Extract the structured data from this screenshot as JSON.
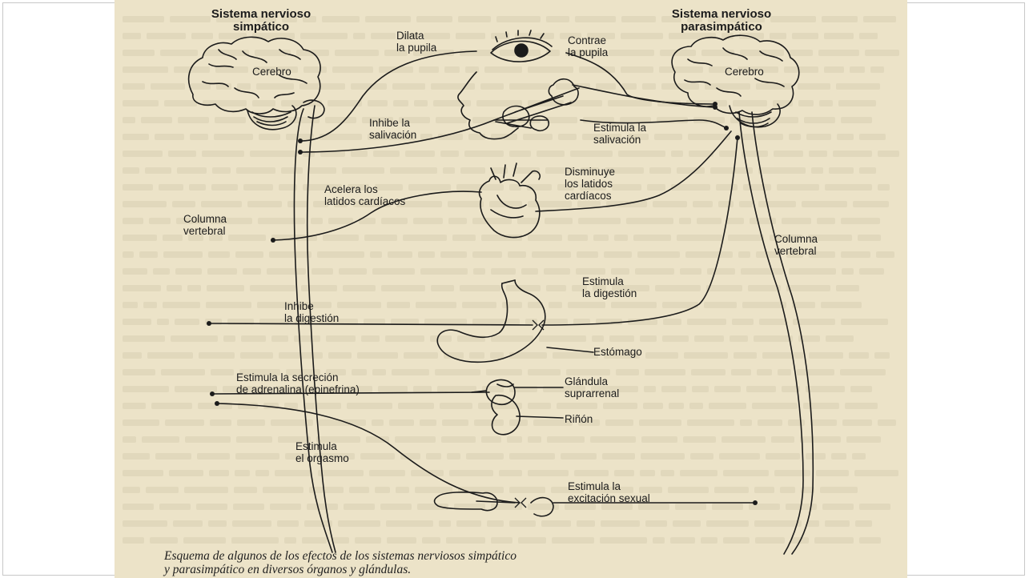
{
  "titles": {
    "sympathetic": "Sistema nervioso\nsimpático",
    "parasympathetic": "Sistema nervioso\nparasimpático"
  },
  "labels": {
    "brain_left": "Cerebro",
    "brain_right": "Cerebro",
    "dilates_pupil": "Dilata\nla pupila",
    "constricts_pupil": "Contrae\nla pupila",
    "inhibits_salivation": "Inhibe la\nsalivación",
    "stimulates_salivation": "Estimula la\nsalivación",
    "accelerates_heart": "Acelera los\nlatidos cardíacos",
    "slows_heart": "Disminuye\nlos latidos\ncardíacos",
    "spine_left": "Columna\nvertebral",
    "spine_right": "Columna\nvertebral",
    "stimulates_digestion": "Estimula\nla digestión",
    "inhibits_digestion": "Inhibe\nla digestión",
    "stomach": "Estómago",
    "adrenaline": "Estimula la secreción\nde adrenalina (epinefrina)",
    "adrenal_gland": "Glándula\nsuprarrenal",
    "kidney": "Riñón",
    "orgasm": "Estimula\nel orgasmo",
    "arousal": "Estimula la\nexcitación sexual"
  },
  "caption": "Esquema de algunos de los efectos de los sistemas nerviosos simpático\ny parasimpático en diversos órganos y glándulas.",
  "colors": {
    "paper": "#ece3c8",
    "ink": "#1b1b1b",
    "bleed_text": "#d9cfb2"
  }
}
